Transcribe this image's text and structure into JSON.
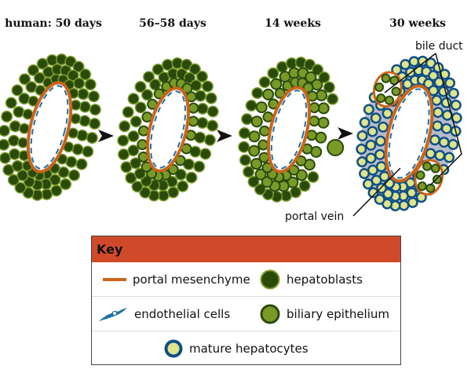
{
  "stages": [
    {
      "title": "human: 50 days"
    },
    {
      "title": "56–58 days"
    },
    {
      "title": "14 weeks"
    },
    {
      "title": "30 weeks"
    }
  ],
  "labels": {
    "bile_duct": "bile duct",
    "portal_vein": "portal vein"
  },
  "key": {
    "title": "Key",
    "items": [
      {
        "label": "portal mesenchyme",
        "icon": "orange-line"
      },
      {
        "label": "hepatoblasts",
        "icon": "dark-green-circle"
      },
      {
        "label": "endothelial cells",
        "icon": "blue-endothelial-shape"
      },
      {
        "label": "biliary epithelium",
        "icon": "green-circle-dark-outline"
      },
      {
        "label": "mature hepatocytes",
        "icon": "yellow-circle-blue-outline"
      }
    ]
  },
  "colors": {
    "header": "#d04a2a",
    "mesenchyme": "#c8651b",
    "endothelial": "#1f6fa8",
    "hepatoblast": "#2a4a0c",
    "biliary": "#7a9a28",
    "hepatocyte_fill": "#dfe48a",
    "hepatocyte_ring": "#0f4f86"
  }
}
